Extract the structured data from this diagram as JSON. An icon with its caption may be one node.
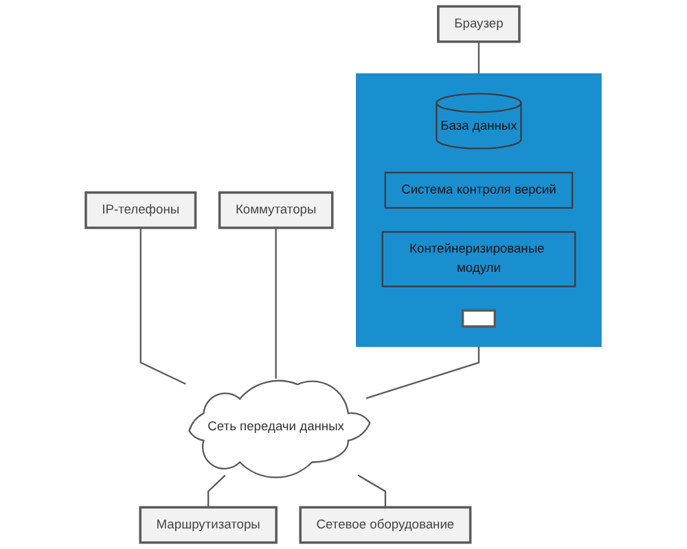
{
  "diagram": {
    "nodes": [
      {
        "text": [
          "Браузер"
        ]
      },
      {
        "text": [],
        "shape": "box"
      },
      {
        "text": [
          "База данных"
        ],
        "in": 1
      },
      {
        "text": [
          "Система контроля версий"
        ],
        "in": 1
      },
      {
        "text": [
          "Контейнеризированые модули"
        ],
        "in": 1
      },
      {
        "text": [],
        "shape": "box",
        "in": 1
      },
      {
        "text": [
          "IP-телефоны"
        ]
      },
      {
        "text": [
          "Коммутаторы"
        ]
      },
      {
        "text": [
          "Сеть передачи данных"
        ]
      },
      {
        "text": [
          "Маршрутизаторы"
        ]
      },
      {
        "text": [
          "Сетевое оборудование"
        ]
      }
    ],
    "edges": [
      {
        "from": 0,
        "to": 1,
        "arrow": "none"
      },
      {
        "from": 1,
        "to": 8,
        "arrow": "none"
      },
      {
        "from": 6,
        "to": 8,
        "arrow": "none"
      },
      {
        "from": 7,
        "to": 8,
        "arrow": "none"
      },
      {
        "from": 8,
        "to": 9,
        "arrow": "none"
      },
      {
        "from": 8,
        "to": 10,
        "arrow": "none"
      }
    ]
  }
}
